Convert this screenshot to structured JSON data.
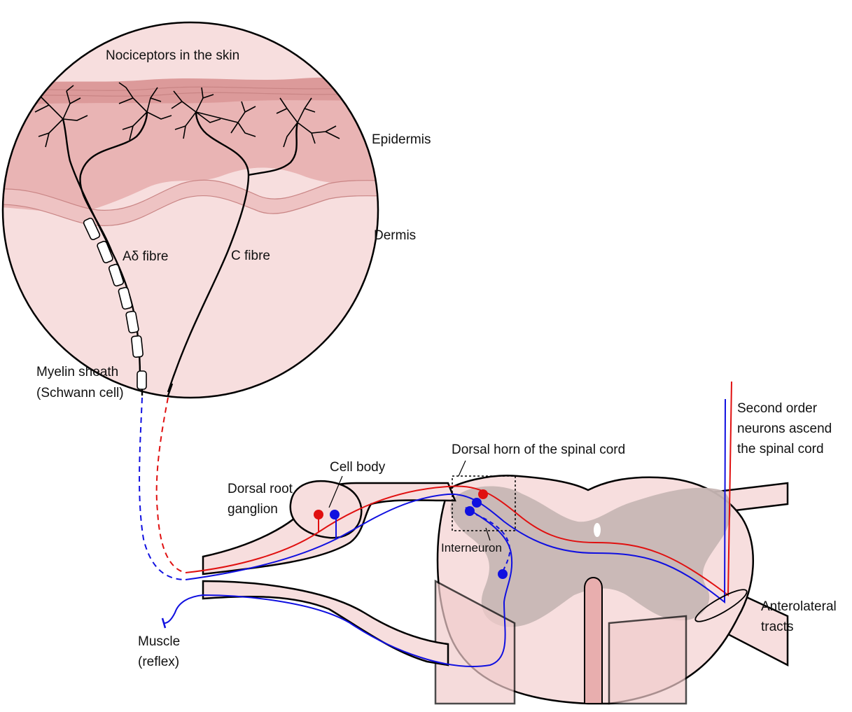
{
  "diagram": {
    "colors": {
      "skin_light": "#f7dede",
      "skin_mid": "#eec3c3",
      "skin_dark": "#e0a3a3",
      "grey_matter": "#c7b6b4",
      "outline": "#000000",
      "afferent_red": "#e01010",
      "afferent_blue": "#1010e0"
    },
    "labels": {
      "title": "Nociceptors in the skin",
      "epidermis": "Epidermis",
      "dermis": "Dermis",
      "a_delta": "Aδ fibre",
      "c_fibre": "C fibre",
      "myelin_1": "Myelin sheath",
      "myelin_2": "(Schwann cell)",
      "cell_body": "Cell body",
      "drg_1": "Dorsal root",
      "drg_2": "ganglion",
      "dorsal_horn": "Dorsal horn of the spinal cord",
      "second_1": "Second order",
      "second_2": "neurons ascend",
      "second_3": "the spinal cord",
      "interneuron": "Interneuron",
      "antero_1": "Anterolateral",
      "antero_2": "tracts",
      "muscle_1": "Muscle",
      "muscle_2": "(reflex)"
    }
  }
}
